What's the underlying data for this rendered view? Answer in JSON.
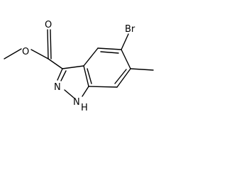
{
  "molecule": {
    "atoms": {
      "o_ester": "O",
      "o_carbonyl": "O",
      "n2": "N",
      "n1h": "N",
      "h1": "H",
      "br": "Br"
    },
    "colors": {
      "bond": "#000000",
      "label": "#000000",
      "background": "#ffffff"
    }
  }
}
